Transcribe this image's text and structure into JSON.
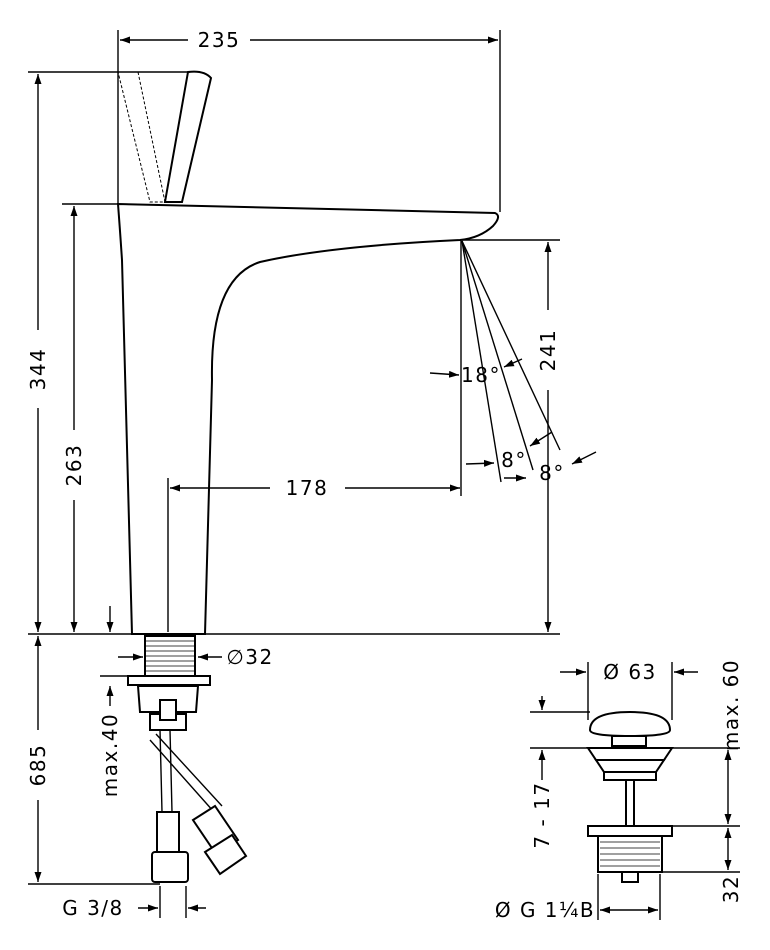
{
  "dimensions": {
    "width_total": "235",
    "height_total": "344",
    "height_spout": "263",
    "projection": "178",
    "spout_clearance": "241",
    "angle_main": "18°",
    "angle_a": "8°",
    "angle_b": "8°",
    "base_diameter": "∅32",
    "hose_length": "685",
    "max_thickness": "max.40",
    "hose_thread": "G 3/8",
    "waste_diameter": "Ø 63",
    "waste_max": "max. 60",
    "waste_range": "7 - 17",
    "waste_thread": "Ø G 1¼B",
    "waste_height": "32"
  }
}
